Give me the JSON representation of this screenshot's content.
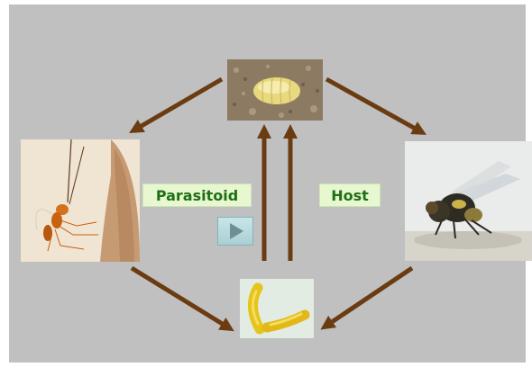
{
  "diagram": {
    "parasitoid_label": "Parasitoid",
    "host_label": "Host"
  },
  "images": {
    "pupa": "pupa-photo",
    "wasp": "parasitoid-wasp-photo",
    "fly": "host-fly-photo",
    "larva": "larva-photo"
  },
  "controls": {
    "play_icon": "play-icon"
  },
  "colors": {
    "background": "#c0c0c0",
    "arrow": "#6b3c12",
    "label_text": "#1f6f16",
    "label_bg": "#e7f7cf"
  }
}
